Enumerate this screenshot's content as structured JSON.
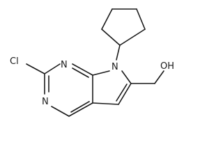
{
  "structure": {
    "atoms": {
      "chlorine": "Cl",
      "n1": "N",
      "n3": "N",
      "n7": "N",
      "hydroxyl": "OH"
    }
  },
  "colors": {
    "bond": "#1a1a1a",
    "background": "#ffffff"
  }
}
